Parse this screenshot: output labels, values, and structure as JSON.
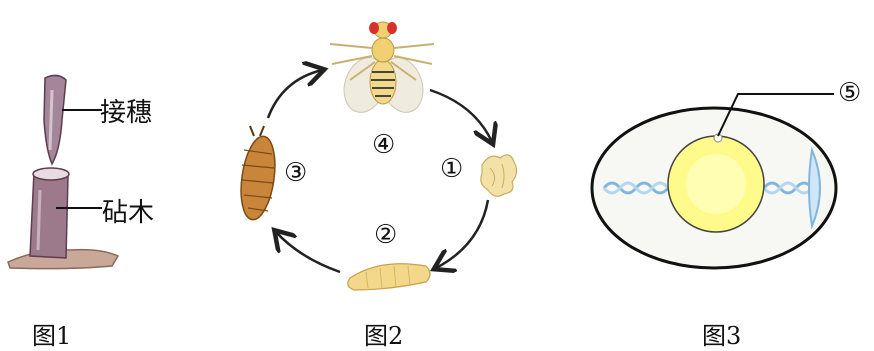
{
  "figure1": {
    "caption": "图1",
    "scion_label": "接穗",
    "rootstock_label": "砧木"
  },
  "figure2": {
    "caption": "图2",
    "stages": [
      "①",
      "②",
      "③",
      "④"
    ]
  },
  "figure3": {
    "caption": "图3",
    "marker": "⑤"
  }
}
